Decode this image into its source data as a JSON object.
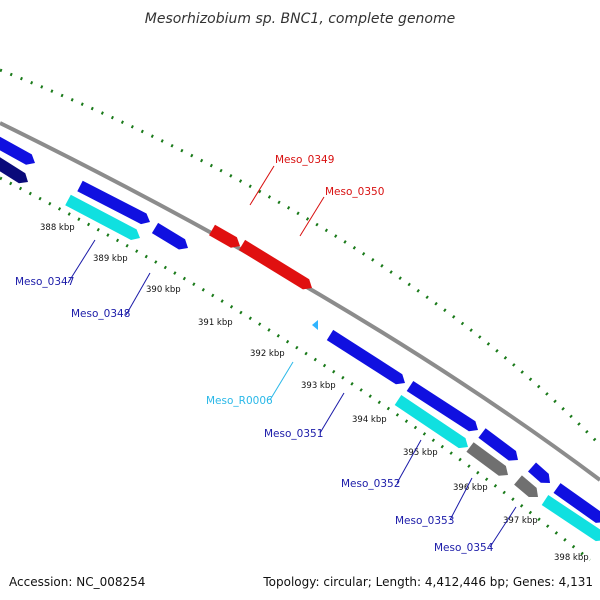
{
  "title": "Mesorhizobium sp. BNC1, complete genome",
  "accession": "Accession: NC_008254",
  "topology": "Topology: circular; Length: 4,412,446 bp; Genes: 4,131",
  "colors": {
    "backbone": "#8c8c8c",
    "dots_outer": "#1a7a1a",
    "cds_blue": "#1010e0",
    "cds_cyan": "#10e0e0",
    "cds_navy": "#0a0a7a",
    "cds_red": "#e01010",
    "cds_gray": "#707070",
    "rna_light_blue": "#30b4ff",
    "label_blue": "#1a1aa8",
    "label_red": "#d81010",
    "label_cyan": "#2ab8e8"
  },
  "ticks": [
    "388 kbp",
    "389 kbp",
    "390 kbp",
    "391 kbp",
    "392 kbp",
    "393 kbp",
    "394 kbp",
    "395 kbp",
    "396 kbp",
    "397 kbp",
    "398 kbp"
  ],
  "gene_labels": [
    {
      "name": "Meso_0347",
      "color_key": "label_blue"
    },
    {
      "name": "Meso_0348",
      "color_key": "label_blue"
    },
    {
      "name": "Meso_0349",
      "color_key": "label_red"
    },
    {
      "name": "Meso_0350",
      "color_key": "label_red"
    },
    {
      "name": "Meso_R0006",
      "color_key": "label_cyan"
    },
    {
      "name": "Meso_0351",
      "color_key": "label_blue"
    },
    {
      "name": "Meso_0352",
      "color_key": "label_blue"
    },
    {
      "name": "Meso_0353",
      "color_key": "label_blue"
    },
    {
      "name": "Meso_0354",
      "color_key": "label_blue"
    }
  ]
}
